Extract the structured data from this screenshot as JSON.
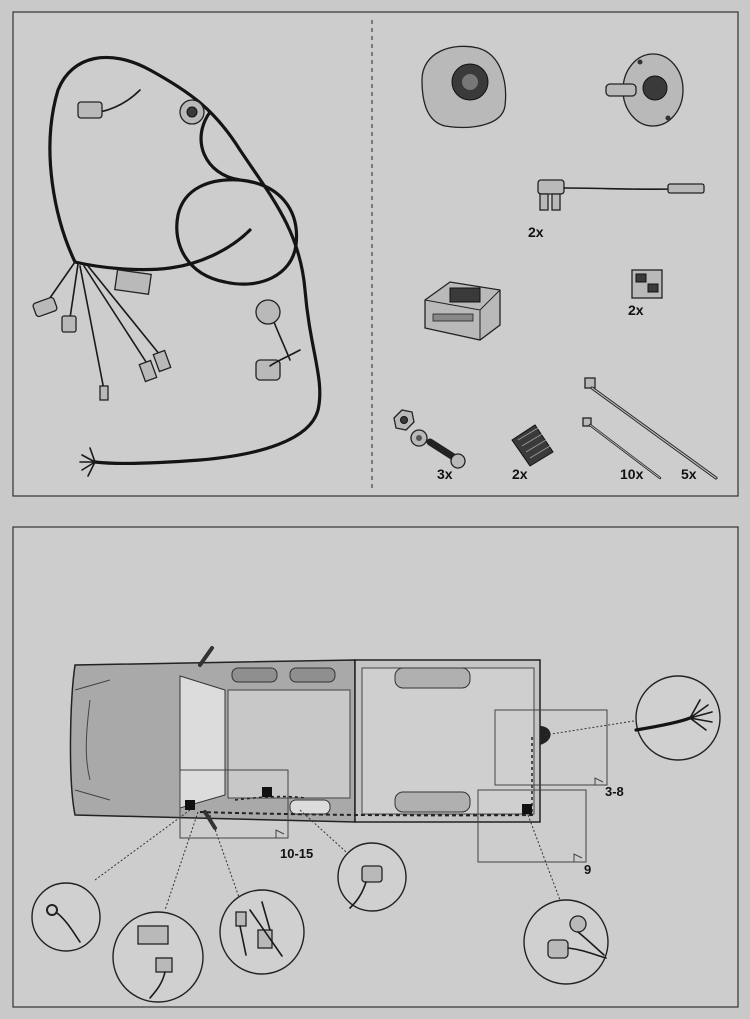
{
  "parts_panel": {
    "quantities": {
      "fuse_holder": "2x",
      "sticker": "2x",
      "bolt_set": "3x",
      "adhesive_pad": "2x",
      "small_cable_tie": "10x",
      "large_cable_tie": "5x"
    }
  },
  "vehicle_panel": {
    "callouts": {
      "rear_area": "3-8",
      "socket_area": "9",
      "dash_area": "10-15"
    }
  },
  "colors": {
    "background": "#c9c9c9",
    "panel": "#cdcdcd",
    "ink": "#141414"
  }
}
